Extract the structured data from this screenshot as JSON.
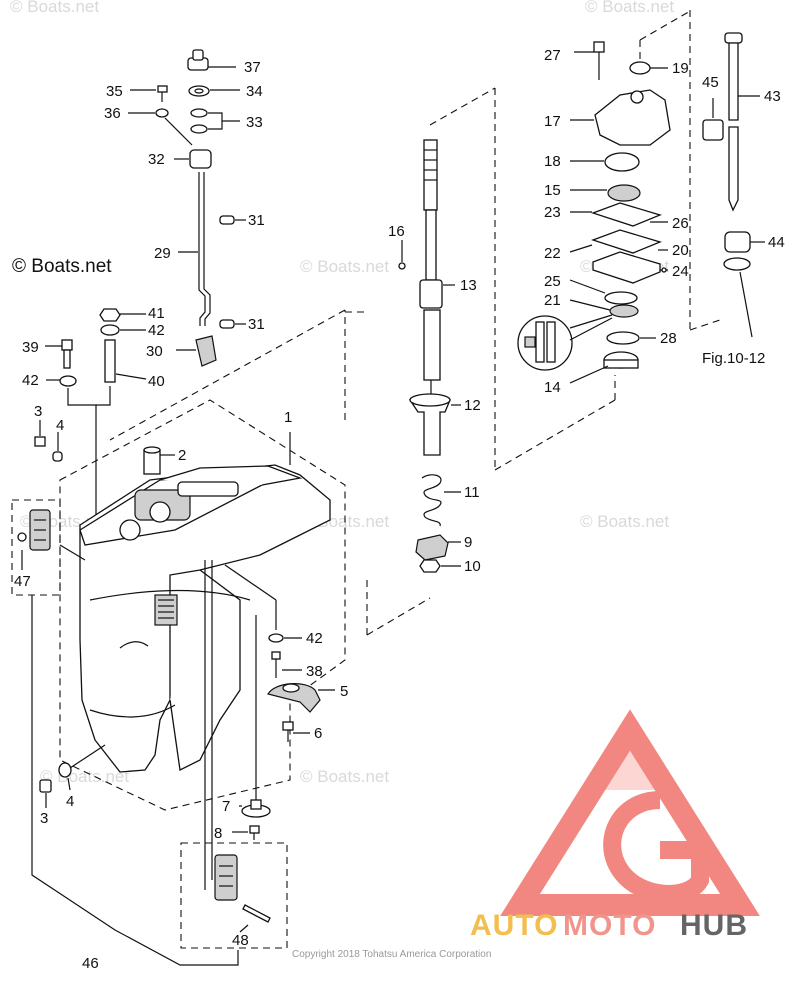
{
  "watermarks": [
    "© Boats.net",
    "© Boats.net",
    "© Boats.net",
    "© Boats.net",
    "© Boats.net",
    "© Boats.net",
    "© Boats.net",
    "© Boats.net",
    "© Boats.net"
  ],
  "main_watermark": "© Boats.net",
  "copyright": "Copyright 2018 Tohatsu America Corporation",
  "figure_ref": "Fig.10-12",
  "logo": {
    "text_auto": "AUTO",
    "text_moto": "MOTO",
    "text_hub": "HUB",
    "colors": {
      "auto": "#f2b83a",
      "moto": "#f08a80",
      "hub": "#555555",
      "triangle": "#f07b73"
    }
  },
  "callouts": {
    "c1": "1",
    "c2": "2",
    "c3a": "3",
    "c3b": "3",
    "c4a": "4",
    "c4b": "4",
    "c5": "5",
    "c6": "6",
    "c7": "7",
    "c8": "8",
    "c9": "9",
    "c10": "10",
    "c11": "11",
    "c12": "12",
    "c13": "13",
    "c14": "14",
    "c15": "15",
    "c16": "16",
    "c17": "17",
    "c18": "18",
    "c19": "19",
    "c20": "20",
    "c21": "21",
    "c22": "22",
    "c23": "23",
    "c24": "24",
    "c25": "25",
    "c26": "26",
    "c27": "27",
    "c28": "28",
    "c29": "29",
    "c30": "30",
    "c31a": "31",
    "c31b": "31",
    "c32": "32",
    "c33": "33",
    "c34": "34",
    "c35": "35",
    "c36": "36",
    "c37": "37",
    "c38": "38",
    "c39": "39",
    "c40": "40",
    "c41": "41",
    "c42a": "42",
    "c42b": "42",
    "c42c": "42",
    "c43": "43",
    "c44": "44",
    "c45": "45",
    "c46": "46",
    "c47": "47",
    "c48": "48"
  }
}
